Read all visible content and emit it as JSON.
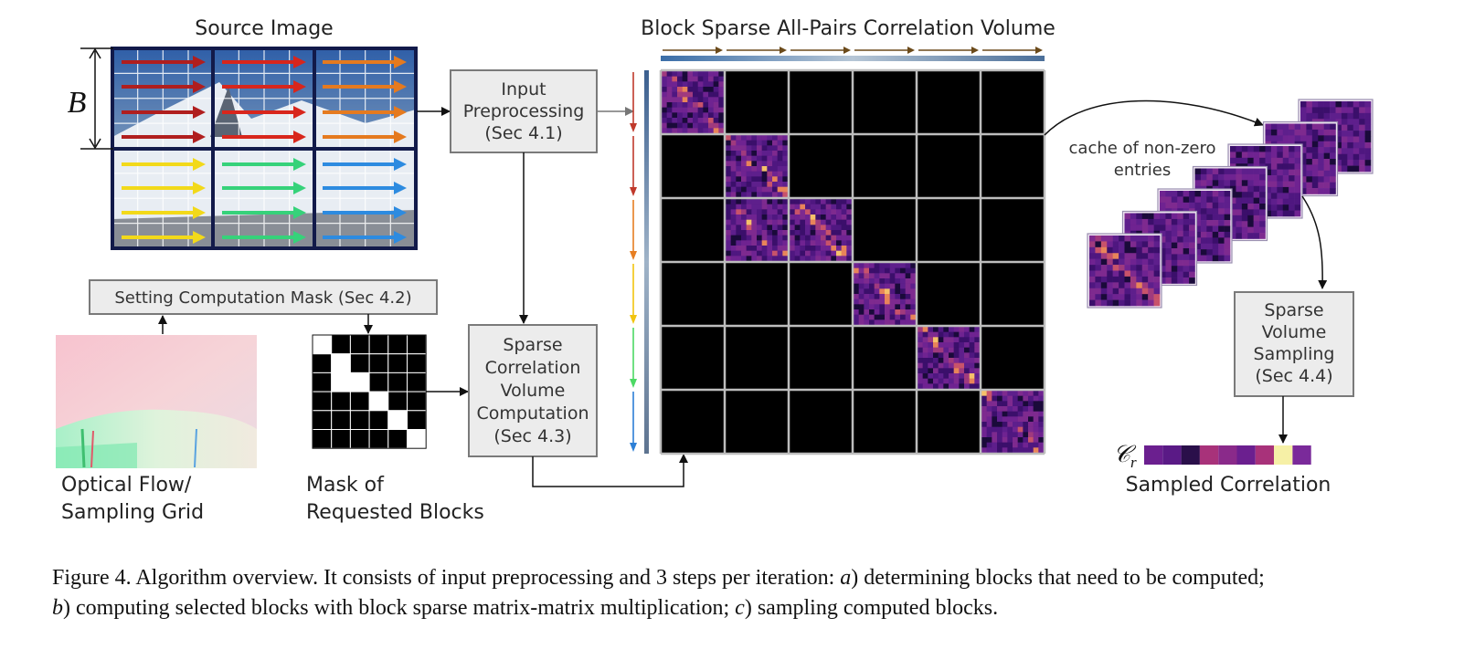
{
  "figure": {
    "source_image_title": "Source Image",
    "block_label": "B",
    "volume_title": "Block Sparse All-Pairs Correlation Volume",
    "input_box": [
      "Input",
      "Preprocessing",
      "(Sec 4.1)"
    ],
    "mask_box": "Setting Computation Mask (Sec 4.2)",
    "sparse_box": [
      "Sparse",
      "Correlation",
      "Volume",
      "Computation",
      "(Sec 4.3)"
    ],
    "cache_label": [
      "cache of non-zero",
      "entries"
    ],
    "sampling_box": [
      "Sparse",
      "Volume",
      "Sampling",
      "(Sec 4.4)"
    ],
    "cr_label": "𝒞",
    "cr_subscript": "r",
    "sampled_label": "Sampled Correlation",
    "flow_label": [
      "Optical Flow/",
      "Sampling Grid"
    ],
    "mask_label": [
      "Mask of",
      "Requested Blocks"
    ],
    "mask_grid": [
      [
        0,
        1,
        1,
        1,
        1,
        1
      ],
      [
        1,
        0,
        1,
        1,
        1,
        1
      ],
      [
        1,
        0,
        0,
        1,
        1,
        1
      ],
      [
        1,
        1,
        1,
        0,
        1,
        1
      ],
      [
        1,
        1,
        1,
        1,
        0,
        1
      ],
      [
        1,
        1,
        1,
        1,
        1,
        0
      ]
    ],
    "nonzero_blocks": [
      [
        0,
        0
      ],
      [
        1,
        1
      ],
      [
        2,
        1
      ],
      [
        2,
        2
      ],
      [
        3,
        3
      ],
      [
        4,
        4
      ],
      [
        5,
        5
      ]
    ],
    "row_arrow_colors": [
      "#c0392b",
      "#c0392b",
      "#e67e22",
      "#f1c40f",
      "#4cd964",
      "#2c7fd6"
    ],
    "sampled_colors": [
      "#6b1f8f",
      "#5a1a86",
      "#2a0f4a",
      "#a8327a",
      "#8a2a8a",
      "#6b1f8f",
      "#a8327a",
      "#f6f0a6",
      "#7a2a9a"
    ]
  },
  "caption": {
    "line1_pre": "Figure 4. Algorithm overview. It consists of input preprocessing and 3 steps per iteration: ",
    "a": "a",
    "line1_post": ") determining blocks that need to be computed;",
    "b": "b",
    "line2_mid": ") computing selected blocks with block sparse matrix-matrix multiplication; ",
    "c": "c",
    "line2_post": ") sampling computed blocks."
  }
}
